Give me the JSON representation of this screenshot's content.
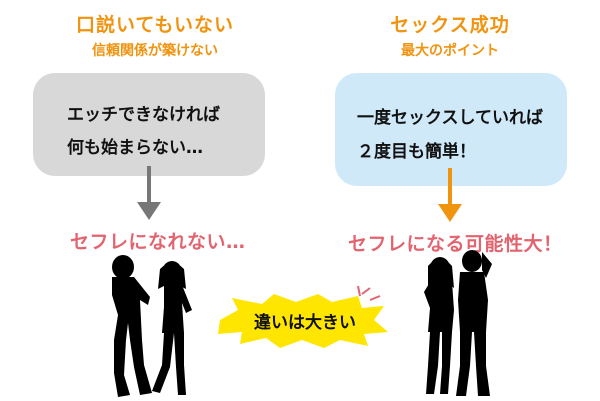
{
  "left": {
    "title": "口説いてもいない",
    "subtitle": "信頼関係が築けない",
    "bubble_lines": [
      "エッチできなければ",
      "何も始まらない…"
    ],
    "result": "セフレになれない…",
    "colors": {
      "title": "#f0930f",
      "bubble": "#d8d8d8",
      "arrow": "#777777",
      "result": "#e2646f"
    }
  },
  "right": {
    "title": "セックス成功",
    "subtitle": "最大のポイント",
    "bubble_lines": [
      "一度セックスしていれば",
      "２度目も簡単！"
    ],
    "result": "セフレになる可能性大！",
    "colors": {
      "title": "#f0930f",
      "bubble": "#cfe9f9",
      "arrow": "#f0930f",
      "result": "#e2646f"
    }
  },
  "center_badge": {
    "label": "違いは大きい",
    "colors": {
      "burst": "#ffe600",
      "spark": "#e2646f"
    }
  }
}
